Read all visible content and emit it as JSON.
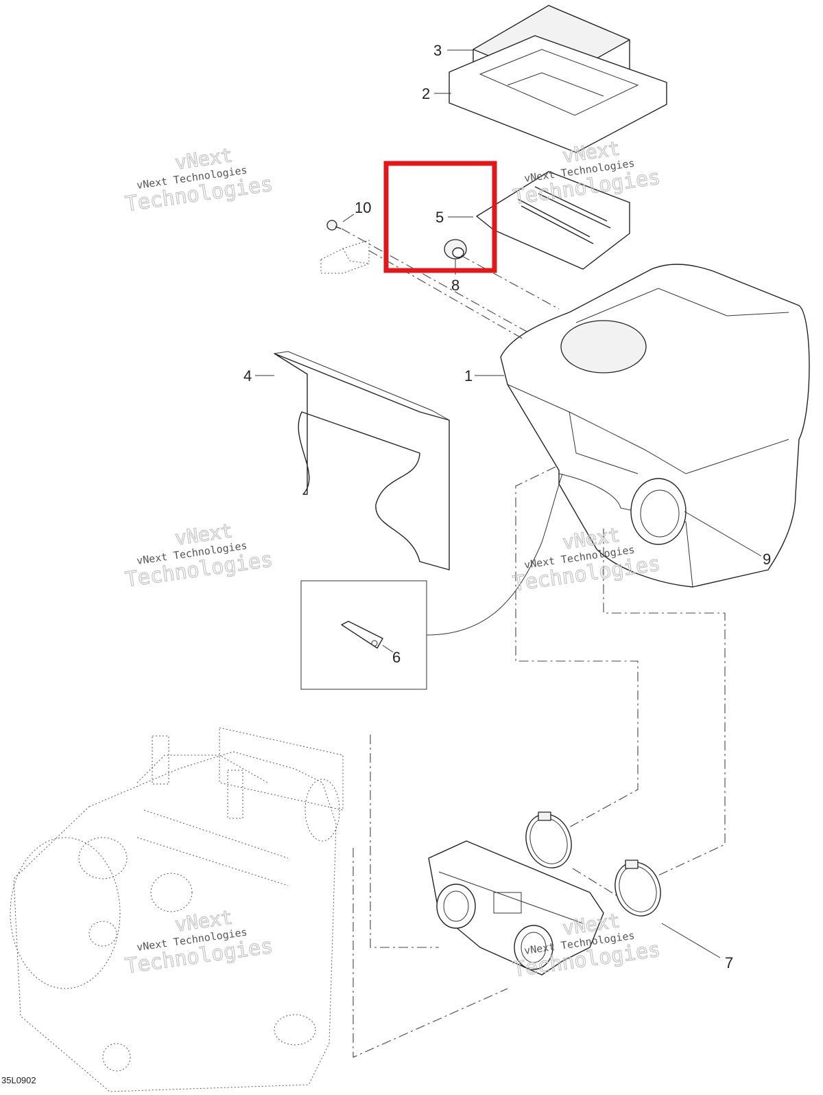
{
  "callouts": {
    "c1": "1",
    "c2": "2",
    "c3": "3",
    "c4": "4",
    "c5": "5",
    "c6": "6",
    "c7": "7",
    "c8": "8",
    "c9": "9",
    "c10": "10"
  },
  "watermark": {
    "line1": "vNext",
    "line2": "vNext Technologies",
    "line3": "Technologies"
  },
  "drawing_code": "35L0902",
  "colors": {
    "highlight": "#e0171b",
    "ink": "#222222"
  }
}
